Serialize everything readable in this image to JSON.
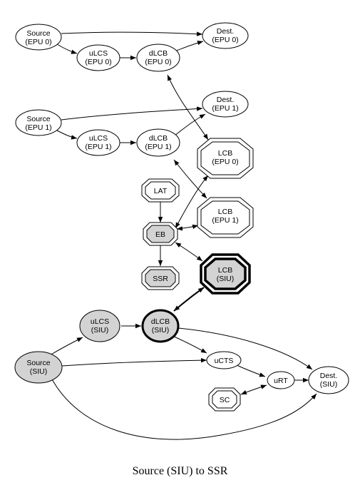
{
  "caption": "Source (SIU) to SSR",
  "nodes": {
    "source_epu0": {
      "line1": "Source",
      "line2": "(EPU 0)"
    },
    "dest_epu0": {
      "line1": "Dest.",
      "line2": "(EPU 0)"
    },
    "ulcs_epu0": {
      "line1": "uLCS",
      "line2": "(EPU 0)"
    },
    "dlcb_epu0": {
      "line1": "dLCB",
      "line2": "(EPU 0)"
    },
    "source_epu1": {
      "line1": "Source",
      "line2": "(EPU 1)"
    },
    "dest_epu1": {
      "line1": "Dest.",
      "line2": "(EPU 1)"
    },
    "ulcs_epu1": {
      "line1": "uLCS",
      "line2": "(EPU 1)"
    },
    "dlcb_epu1": {
      "line1": "dLCB",
      "line2": "(EPU 1)"
    },
    "lcb_epu0": {
      "line1": "LCB",
      "line2": "(EPU 0)"
    },
    "lcb_epu1": {
      "line1": "LCB",
      "line2": "(EPU 1)"
    },
    "lat": {
      "line1": "LAT"
    },
    "eb": {
      "line1": "EB"
    },
    "ssr": {
      "line1": "SSR"
    },
    "lcb_siu": {
      "line1": "LCB",
      "line2": "(SIU)"
    },
    "ulcs_siu": {
      "line1": "uLCS",
      "line2": "(SIU)"
    },
    "dlcb_siu": {
      "line1": "dLCB",
      "line2": "(SIU)"
    },
    "source_siu": {
      "line1": "Source",
      "line2": "(SIU)"
    },
    "ucts": {
      "line1": "uCTS"
    },
    "urt": {
      "line1": "uRT"
    },
    "dest_siu": {
      "line1": "Dest.",
      "line2": "(SIU)"
    },
    "sc": {
      "line1": "SC"
    }
  },
  "colors": {
    "highlight_fill": "#d3d3d3",
    "stroke": "#000000"
  }
}
